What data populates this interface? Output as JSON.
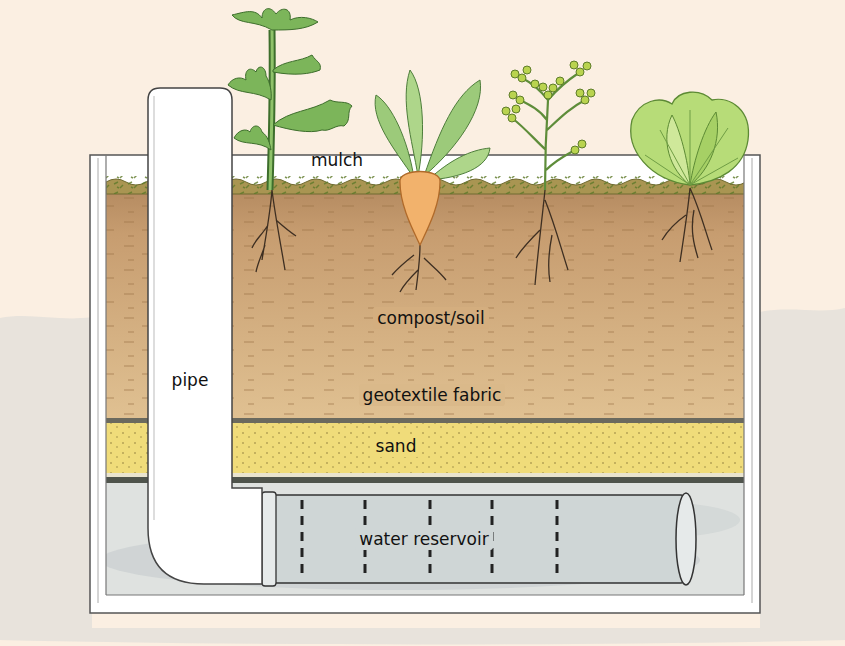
{
  "diagram": {
    "labels": [
      "mulch",
      "compost/soil",
      "pipe",
      "geotextile fabric",
      "sand",
      "water reservoir"
    ]
  }
}
